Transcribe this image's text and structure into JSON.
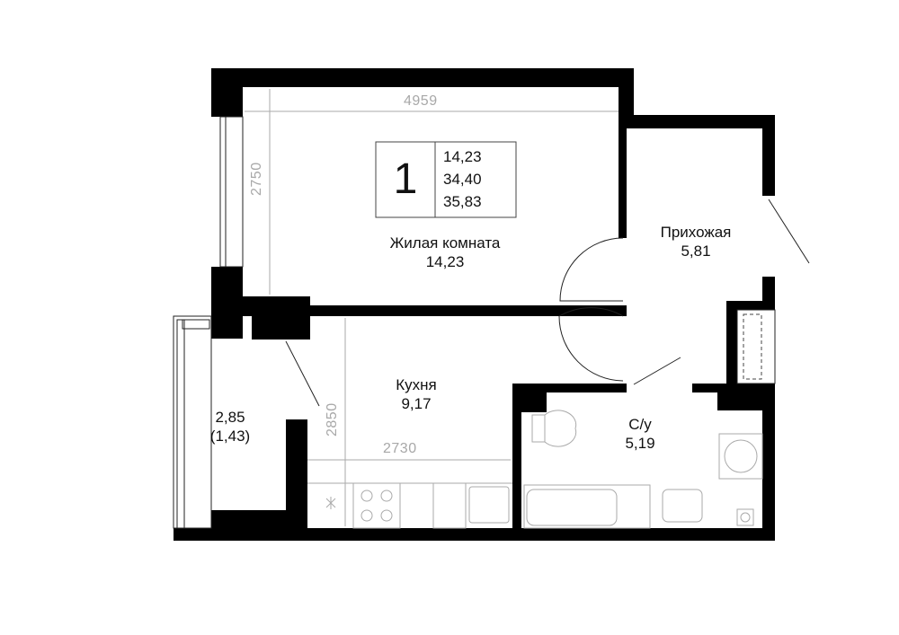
{
  "summary": {
    "rooms": "1",
    "living_area": "14,23",
    "total_area": "34,40",
    "area_with_balcony": "35,83"
  },
  "rooms": [
    {
      "name": "Жилая комната",
      "area": "14,23"
    },
    {
      "name": "Прихожая",
      "area": "5,81"
    },
    {
      "name": "Кухня",
      "area": "9,17"
    },
    {
      "name": "С/у",
      "area": "5,19"
    },
    {
      "name": "",
      "area": "2,85",
      "reduced_area": "(1,43)"
    }
  ],
  "dimensions": {
    "living_width": "4959",
    "living_depth": "2750",
    "kitchen_width": "2730",
    "kitchen_depth": "2850"
  },
  "colors": {
    "wall": "#000000",
    "dimension": "#aaaaaa"
  }
}
